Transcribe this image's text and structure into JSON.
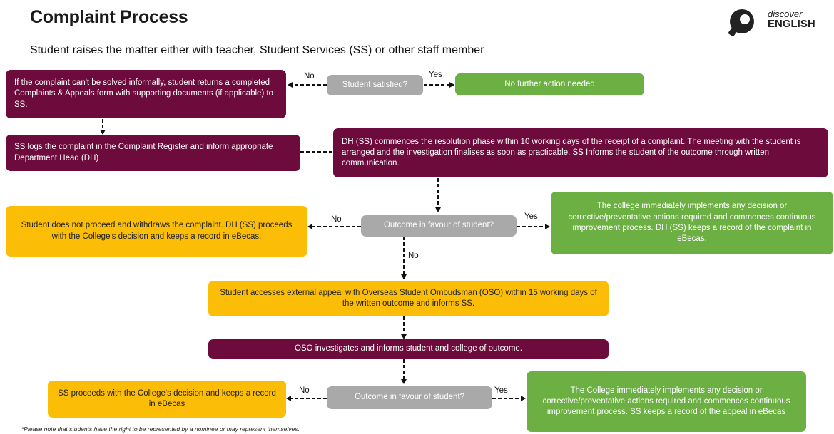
{
  "header": {
    "title": "Complaint Process",
    "subtitle": "Student raises the matter either with teacher, Student Services (SS) or other staff member",
    "logo_top": "discover",
    "logo_bottom": "ENGLISH"
  },
  "nodes": {
    "n1": "If the complaint can't be solved informally, student returns a completed Complaints & Appeals form with supporting documents (if applicable) to SS.",
    "n2": "Student satisfied?",
    "n3": "No further action needed",
    "n4": "SS logs the complaint in the Complaint Register and inform appropriate Department Head (DH)",
    "n5": "DH (SS) commences the resolution phase within 10 working days of the receipt of a complaint. The meeting with the student is arranged and the investigation finalises as soon as practicable. SS Informs the student of the outcome through written communication.",
    "n6": "Student does not proceed and withdraws the complaint. DH (SS) proceeds with the College's decision and keeps a record in eBecas.",
    "n7": "Outcome in favour of student?",
    "n8": "The college immediately implements any decision or corrective/preventative actions required and commences continuous improvement process. DH (SS) keeps a record of the complaint in eBecas.",
    "n9": "Student accesses external appeal with Overseas Student Ombudsman (OSO) within 15 working days of the written outcome and informs SS.",
    "n10": "OSO investigates and informs student and college of outcome.",
    "n11": "SS proceeds with the College's decision and keeps a record in eBecas",
    "n12": "Outcome in favour of student?",
    "n13": "The College immediately implements any decision or corrective/preventative actions required and commences continuous improvement process. SS keeps a record of the appeal in eBecas"
  },
  "labels": {
    "no1": "No",
    "yes1": "Yes",
    "no2": "No",
    "yes2": "Yes",
    "no3": "No",
    "no4": "No",
    "yes4": "Yes"
  },
  "footnote": "*Please note that students have the right to be represented by a nominee or may represent themselves.",
  "colors": {
    "maroon": "#6d0b3c",
    "gray": "#a9a9a9",
    "green": "#6cb043",
    "gold": "#fbbd06"
  }
}
